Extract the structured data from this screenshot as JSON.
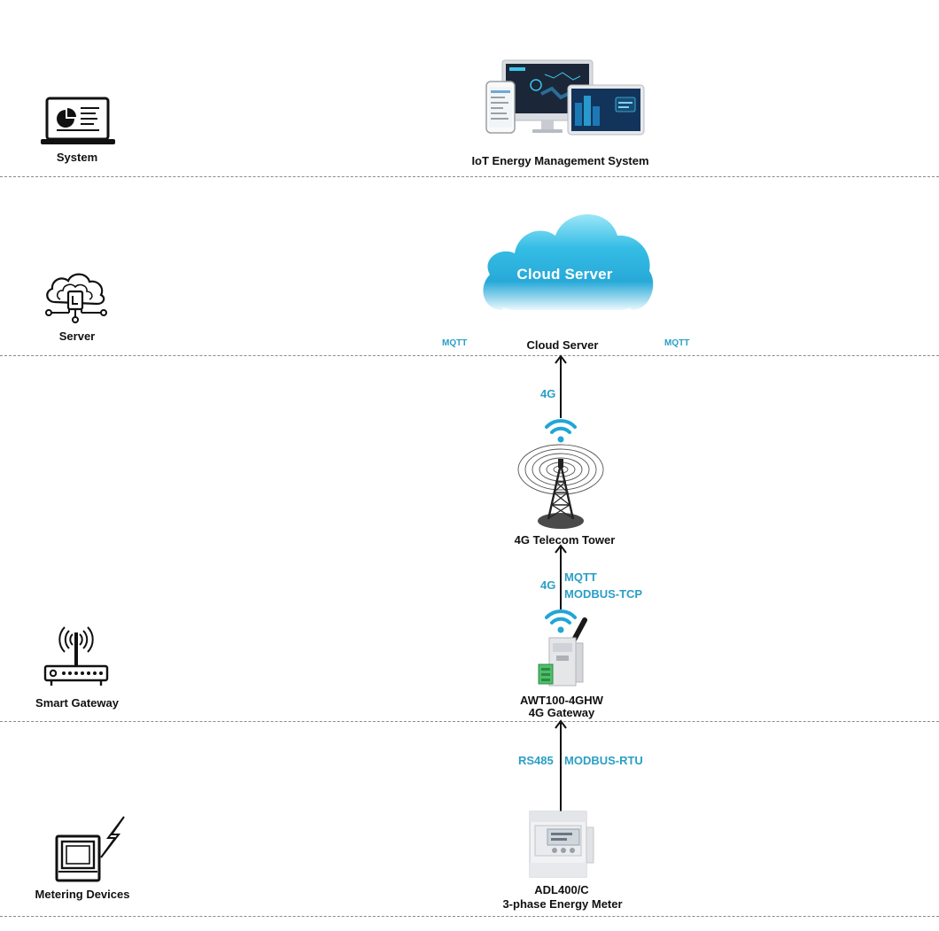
{
  "tiers": {
    "system": {
      "label": "System",
      "icon": "laptop-chart-icon"
    },
    "server": {
      "label": "Server",
      "icon": "cloud-network-icon"
    },
    "gateway": {
      "label": "Smart Gateway",
      "icon": "router-icon"
    },
    "metering": {
      "label": "Metering Devices",
      "icon": "meter-lightning-icon"
    }
  },
  "nodes": {
    "ems": {
      "label": "IoT Energy Management System",
      "icon": "devices-dashboard-icon"
    },
    "cloud": {
      "inner_text": "Cloud Server",
      "label": "Cloud Server",
      "icon": "cloud-icon"
    },
    "tower": {
      "label": "4G Telecom Tower",
      "icon": "telecom-tower-icon"
    },
    "gateway": {
      "label_line1": "AWT100-4GHW",
      "label_line2": "4G Gateway",
      "icon": "gateway-device-icon"
    },
    "meter": {
      "label_line1": "ADL400/C",
      "label_line2": "3-phase Energy Meter",
      "icon": "energy-meter-icon"
    }
  },
  "protocols": {
    "cloud_left": "MQTT",
    "cloud_right": "MQTT",
    "tower_to_cloud": "4G",
    "gateway_to_tower": "4G",
    "gateway_proto_1": "MQTT",
    "gateway_proto_2": "MODBUS-TCP",
    "meter_link": "RS485",
    "meter_proto": "MODBUS-RTU"
  },
  "colors": {
    "protocol_text": "#2a9fc6",
    "cloud": "#3fc2e6",
    "wifi": "#1fa6d6"
  }
}
